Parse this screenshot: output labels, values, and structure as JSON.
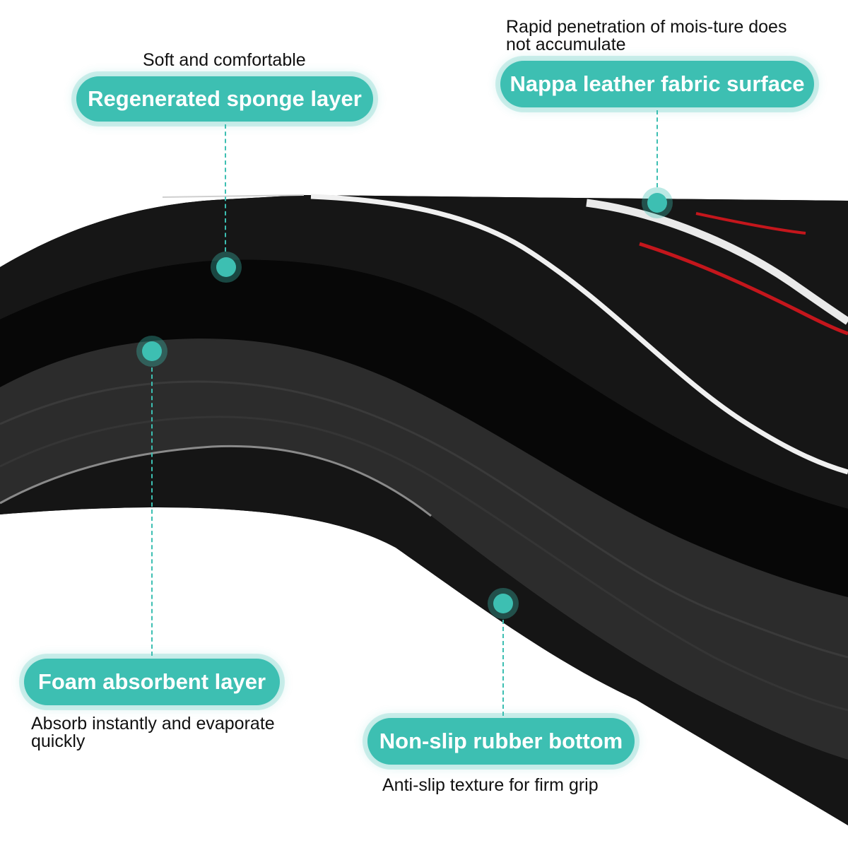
{
  "callouts": {
    "sponge": {
      "caption": "Soft and comfortable",
      "label": "Regenerated sponge layer"
    },
    "nappa": {
      "caption_lines": [
        "Rapid penetration of mois-ture does",
        "not accumulate"
      ],
      "label": "Nappa leather fabric surface"
    },
    "foam": {
      "label": "Foam absorbent layer",
      "caption_lines": [
        "Absorb instantly and evaporate",
        "quickly"
      ]
    },
    "rubber": {
      "label": "Non-slip rubber bottom",
      "caption": "Anti-slip texture for firm grip"
    }
  },
  "colors": {
    "accent": "#3dbfb2",
    "mat": "#0c0c0c",
    "foam": "#2c2c2c",
    "stripe_white": "#f0f0f0",
    "stripe_red": "#c4161c"
  }
}
